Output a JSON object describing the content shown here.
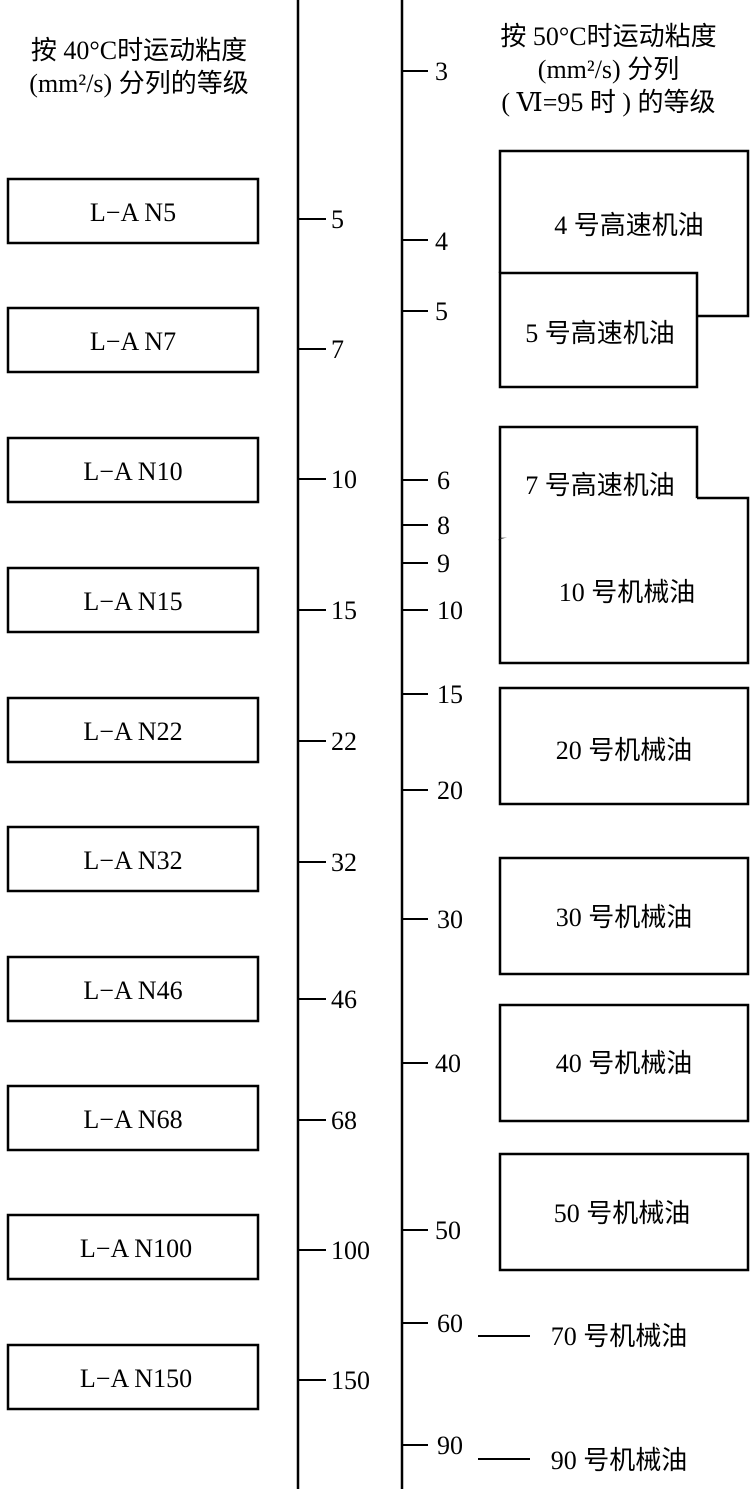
{
  "left_header": {
    "line1": "按 40°C时运动粘度",
    "line2": "(mm²/s) 分列的等级"
  },
  "right_header": {
    "line1": "按 50°C时运动粘度",
    "line2": "(mm²/s) 分列",
    "line3": "( Ⅵ=95 时 ) 的等级"
  },
  "left_grades": [
    {
      "label": "L−A N5",
      "tick": "5"
    },
    {
      "label": "L−A N7",
      "tick": "7"
    },
    {
      "label": "L−A N10",
      "tick": "10"
    },
    {
      "label": "L−A N15",
      "tick": "15"
    },
    {
      "label": "L−A N22",
      "tick": "22"
    },
    {
      "label": "L−A N32",
      "tick": "32"
    },
    {
      "label": "L−A N46",
      "tick": "46"
    },
    {
      "label": "L−A N68",
      "tick": "68"
    },
    {
      "label": "L−A N100",
      "tick": "100"
    },
    {
      "label": "L−A N150",
      "tick": "150"
    }
  ],
  "right_ticks": [
    "3",
    "4",
    "5",
    "6",
    "8",
    "9",
    "10",
    "15",
    "20",
    "30",
    "40",
    "50",
    "60",
    "90"
  ],
  "right_grades": [
    "4 号高速机油",
    "5 号高速机油",
    "7 号高速机油",
    "10 号机械油",
    "20 号机械油",
    "30 号机械油",
    "40 号机械油",
    "50 号机械油",
    "70 号机械油",
    "90 号机械油"
  ]
}
